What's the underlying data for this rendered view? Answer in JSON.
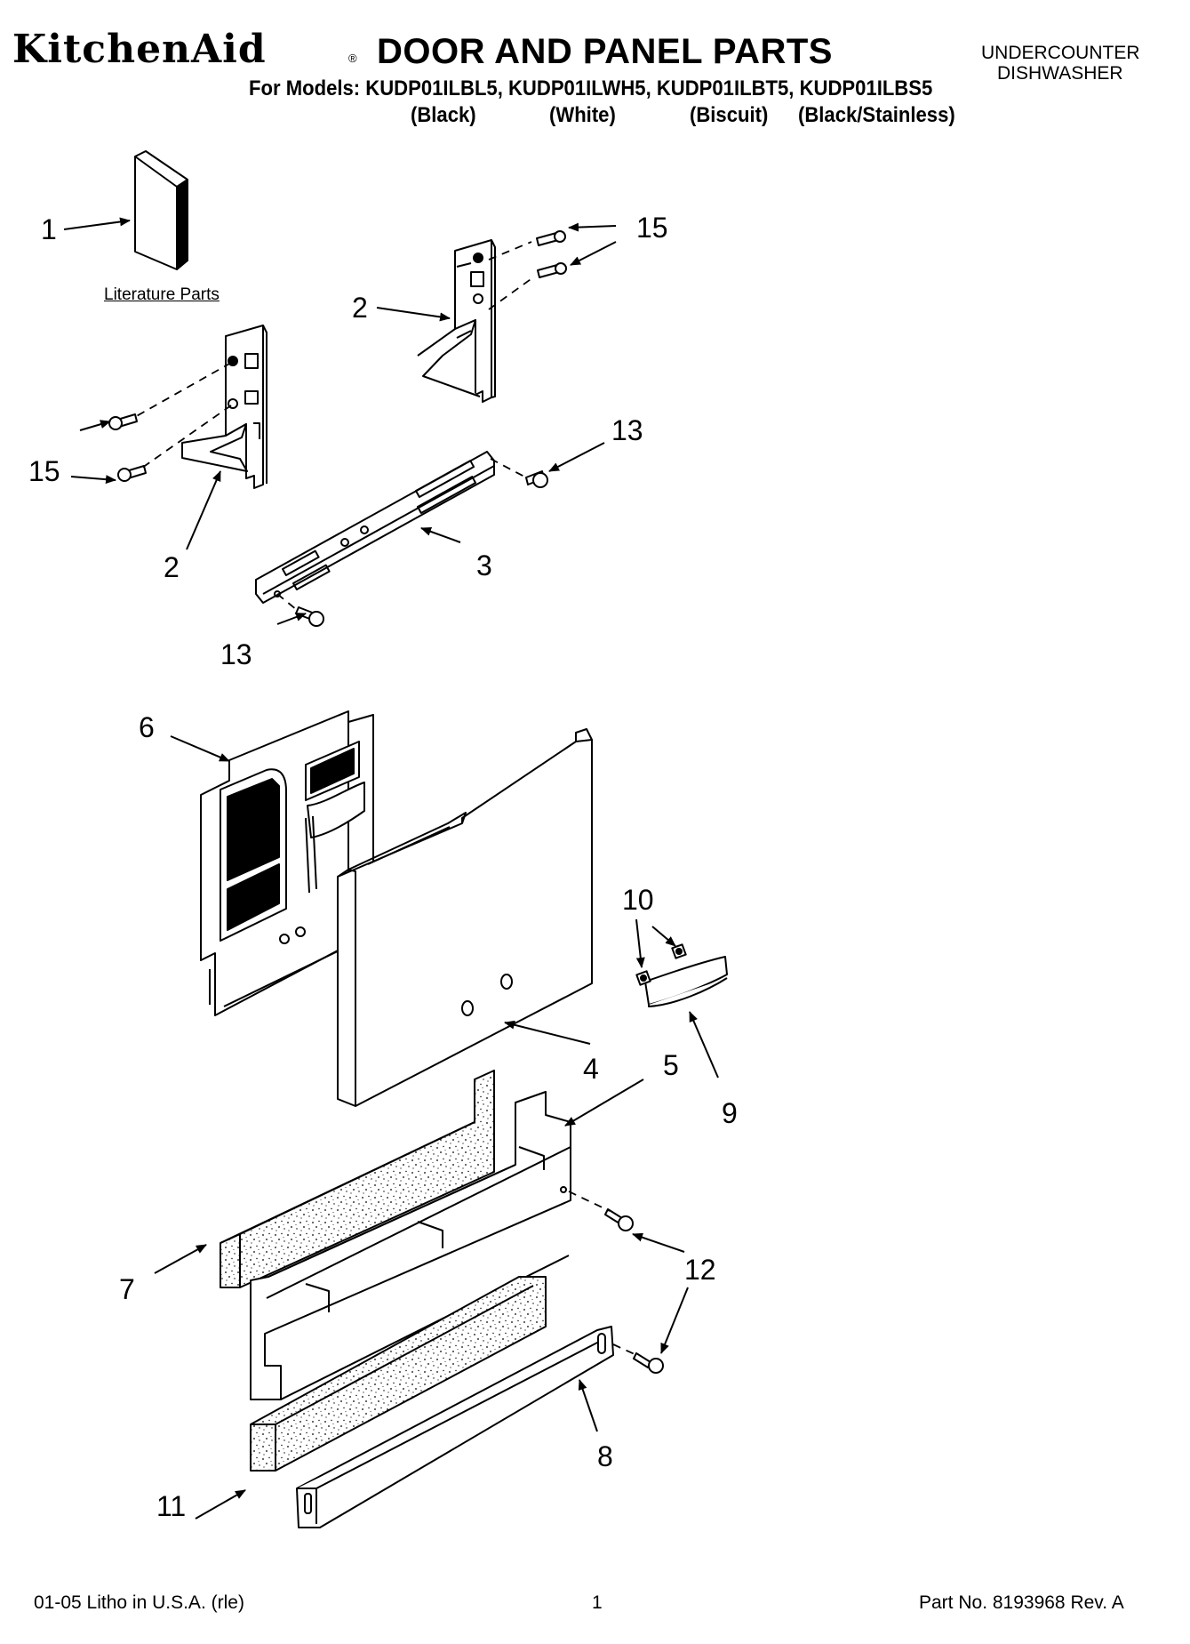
{
  "header": {
    "brand": "KitchenAid",
    "brand_mark": "®",
    "title": "DOOR AND PANEL PARTS",
    "for_models": "For Models: KUDP01ILBL5, KUDP01ILWH5, KUDP01ILBT5, KUDP01ILBS5",
    "colors": [
      "(Black)",
      "(White)",
      "(Biscuit)",
      "(Black/Stainless)"
    ],
    "product_line1": "UNDERCOUNTER",
    "product_line2": "DISHWASHER"
  },
  "diagram": {
    "literature_label": "Literature Parts",
    "callouts": [
      "1",
      "15",
      "2",
      "15",
      "2",
      "13",
      "3",
      "13",
      "6",
      "10",
      "4",
      "5",
      "9",
      "7",
      "12",
      "8",
      "11"
    ]
  },
  "footer": {
    "litho": "01-05 Litho in U.S.A. (rle)",
    "page": "1",
    "part_no": "Part No. 8193968 Rev. A"
  }
}
